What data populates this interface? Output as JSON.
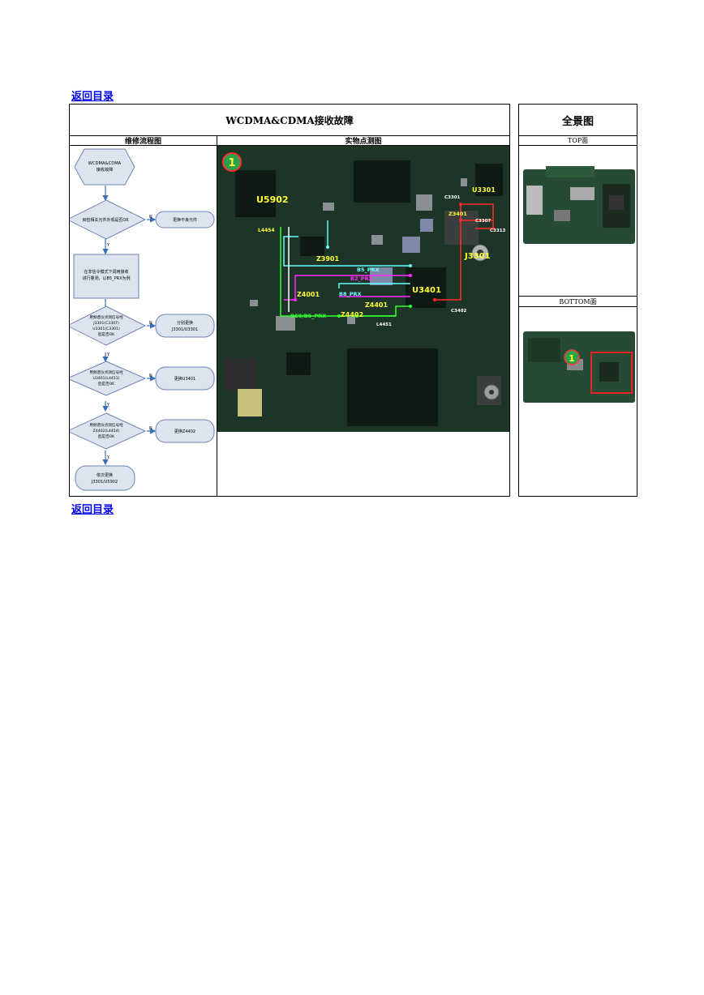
{
  "nav": {
    "back_top": "返回目录",
    "back_bottom": "返回目录"
  },
  "main": {
    "title": "WCDMA&CDMA接收故障",
    "flow_header": "维修流程图",
    "photo_header": "实物点测图"
  },
  "side": {
    "title": "全景图",
    "top_label": "TOP面",
    "bottom_label": "BOTTOM面"
  },
  "flow": {
    "start": [
      "WCDMA&CDMA",
      "接收故障"
    ],
    "step1": "目检相关元件外观是否OK",
    "step1_no": "更换不良元件",
    "step2": [
      "在非信令模式下调用接收",
      "进行量测，以B5_PRX为例"
    ],
    "step3": [
      "用频谱仪点测信号经",
      "J3301(C3307)",
      "U3301(C3301)",
      "后是否OK"
    ],
    "step3_no": [
      "分别更换",
      "J3301/U3301"
    ],
    "step4": [
      "用频谱仪点测信号经",
      "U3401(L4451)",
      "后是否OK"
    ],
    "step4_no": "更换U3401",
    "step5": [
      "用频谱仪点测信号经",
      "Z4402(L4454)",
      "后是否OK"
    ],
    "step5_no": "更换Z4402",
    "end": [
      "依次更换",
      "J3301/U5902"
    ],
    "yes_label": "Y",
    "no_label": "N"
  },
  "photo": {
    "marker": "1",
    "labels": {
      "u5902": "U5902",
      "l4454": "L4454",
      "z3901": "Z3901",
      "b5_prx": "B5_PRX",
      "b2_prx": "B2_PRX",
      "z4001": "Z4001",
      "b8_prx": "B8_PRX",
      "u3401": "U3401",
      "z4401": "Z4401",
      "bc0_b5_prx": "BC0/B5_PRX",
      "z4402": "Z4402",
      "l4451": "L4451",
      "c3301": "C3301",
      "u3301": "U3301",
      "z3401": "Z3401",
      "c3307": "C3307",
      "c3313": "C3313",
      "j3301": "J3301",
      "c3402": "C3402"
    },
    "colors": {
      "red": "#ff2a2a",
      "magenta": "#ff2aff",
      "cyan": "#66ffff",
      "green": "#33ff33",
      "white": "#ffffff",
      "yellow": "#ffff33"
    }
  },
  "overview": {
    "marker": "1"
  }
}
